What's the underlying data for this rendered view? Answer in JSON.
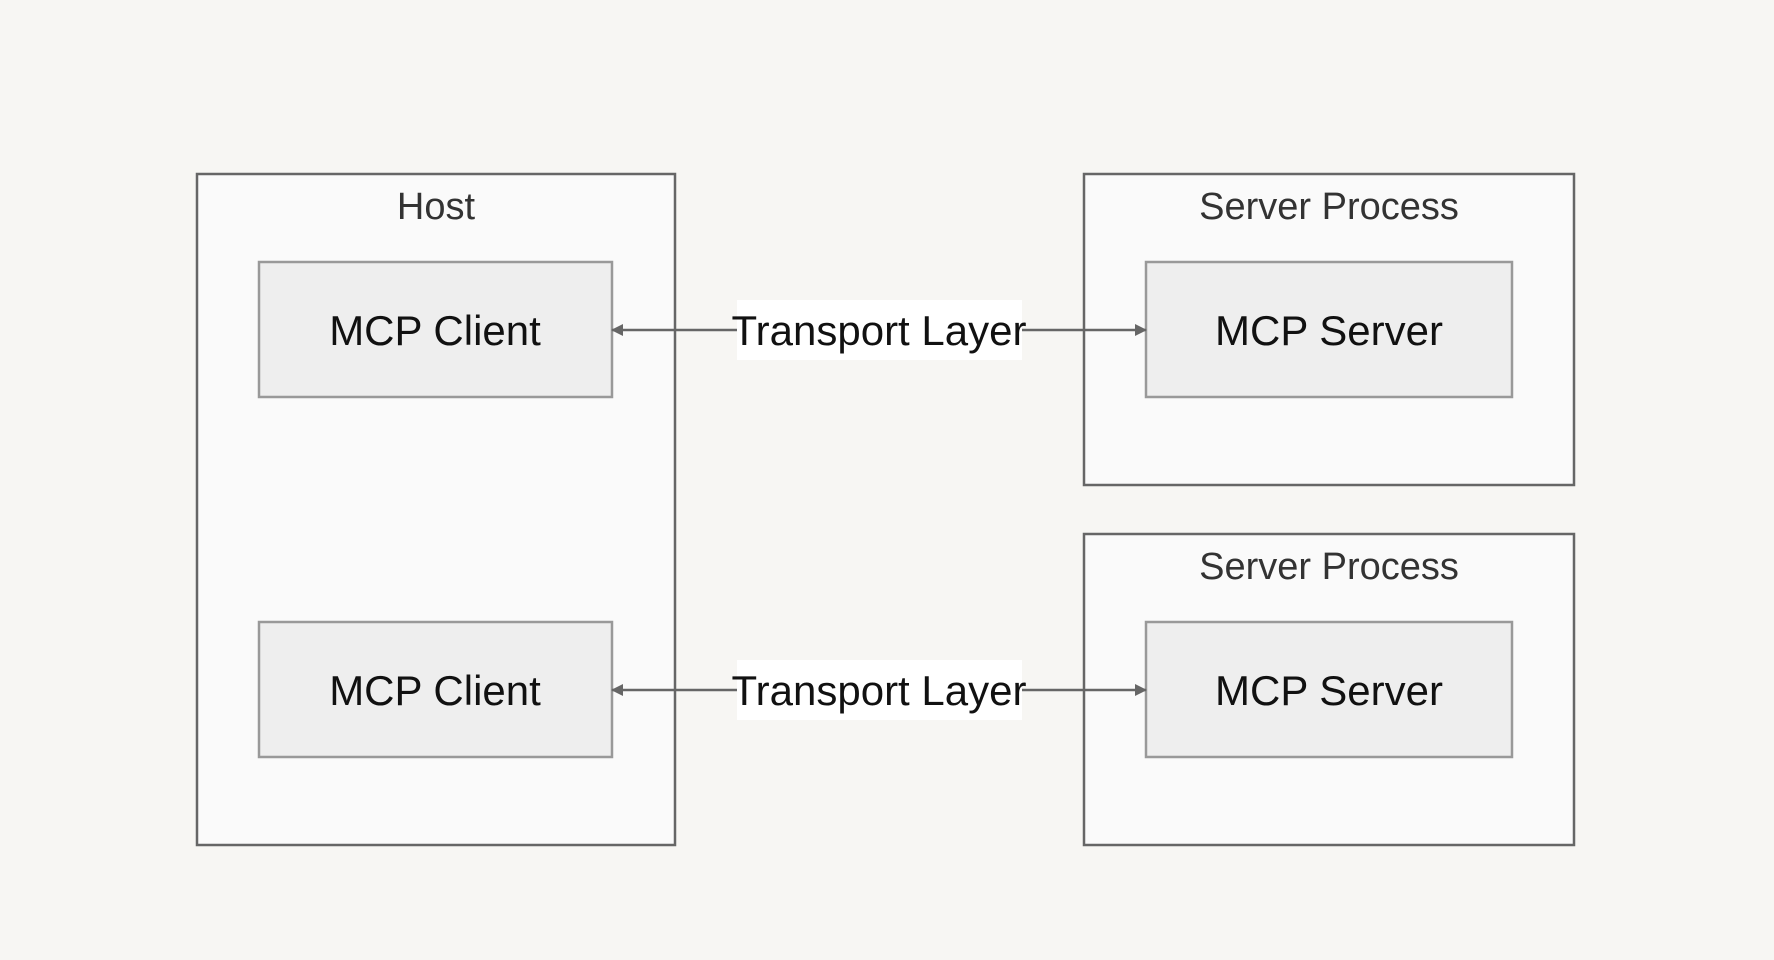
{
  "diagram": {
    "colors": {
      "background": "#f7f6f3",
      "container_fill": "#fafafa",
      "container_stroke": "#666666",
      "node_fill": "#eeeeee",
      "node_stroke": "#999999",
      "edge_stroke": "#666666",
      "label_bg": "#ffffff"
    },
    "host": {
      "title": "Host"
    },
    "server_processes": [
      {
        "title": "Server Process"
      },
      {
        "title": "Server Process"
      }
    ],
    "clients": [
      {
        "label": "MCP Client"
      },
      {
        "label": "MCP Client"
      }
    ],
    "servers": [
      {
        "label": "MCP Server"
      },
      {
        "label": "MCP Server"
      }
    ],
    "edges": [
      {
        "label": "Transport Layer",
        "from": "MCP Client",
        "to": "MCP Server",
        "direction": "bidirectional"
      },
      {
        "label": "Transport Layer",
        "from": "MCP Client",
        "to": "MCP Server",
        "direction": "bidirectional"
      }
    ]
  }
}
